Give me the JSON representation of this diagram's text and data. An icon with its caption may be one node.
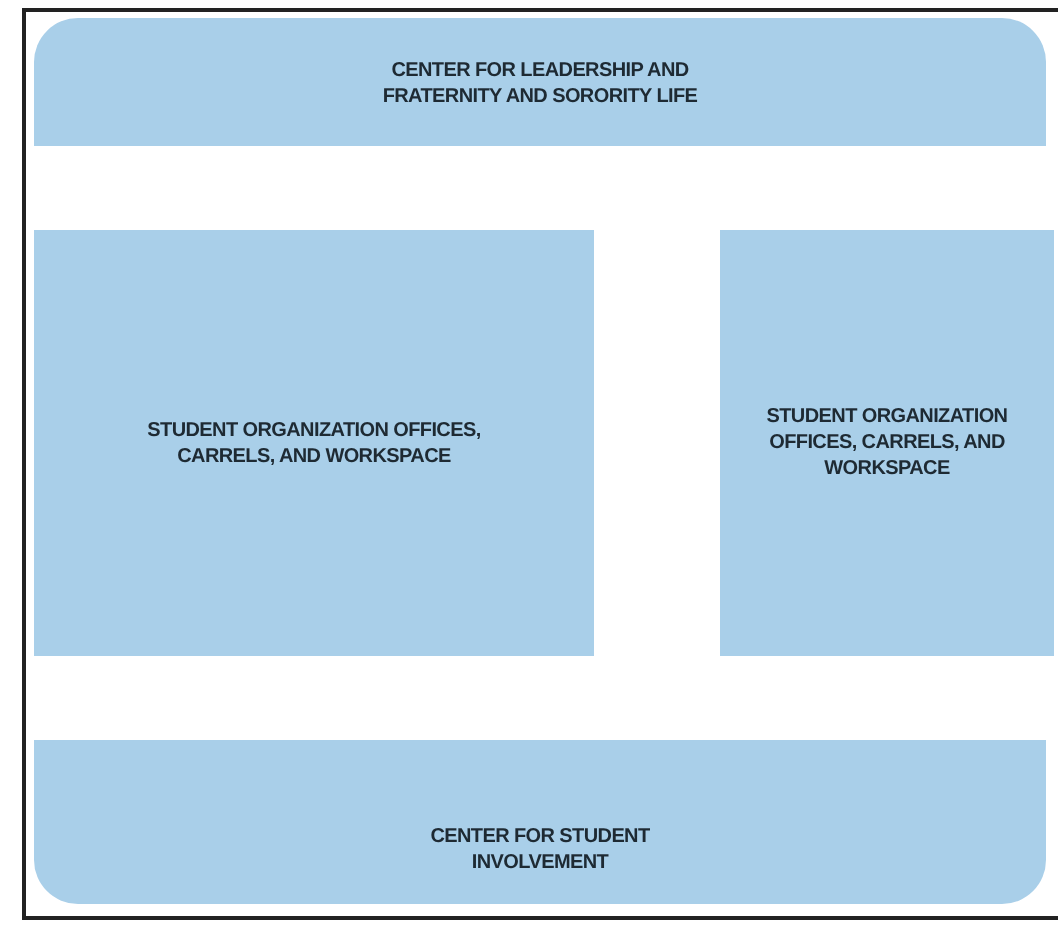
{
  "diagram": {
    "nodes": [
      {
        "text": [
          "CENTER FOR LEADERSHIP AND FRATERNITY AND SORORITY LIFE"
        ]
      },
      {
        "text": [
          "STUDENT ORGANIZATION OFFICES, CARRELS, AND WORKSPACE"
        ]
      },
      {
        "text": [
          "STUDENT ORGANIZATION OFFICES, CARRELS, AND WORKSPACE"
        ]
      },
      {
        "text": [
          "CENTER FOR STUDENT INVOLVEMENT"
        ]
      }
    ]
  }
}
